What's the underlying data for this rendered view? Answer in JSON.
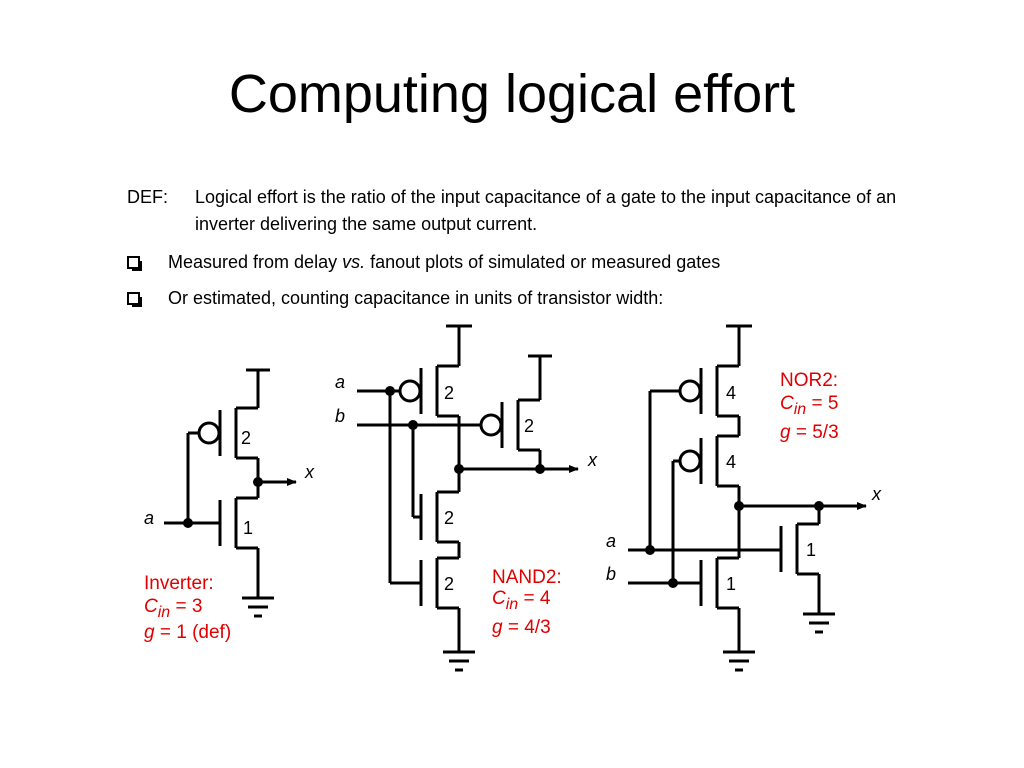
{
  "slide": {
    "title": "Computing logical effort",
    "def_label": "DEF:",
    "def_text": "Logical effort is the ratio of the input capacitance of a gate to the input capacitance of an inverter delivering the same output current.",
    "bullets": [
      {
        "pre": "Measured from delay ",
        "em": "vs.",
        "post": " fanout plots of simulated or measured gates"
      },
      {
        "pre": "Or estimated, counting capacitance in units of transistor width:",
        "em": "",
        "post": ""
      }
    ]
  },
  "diagram": {
    "colors": {
      "annotation": "#e00000",
      "wire": "#000000"
    },
    "inverter": {
      "input_label": "a",
      "output_label": "x",
      "pmos_width": "2",
      "nmos_width": "1",
      "name": "Inverter:",
      "cin_letter": "C",
      "cin_sub": "in",
      "cin_value": " = 3",
      "g_letter": "g",
      "g_value": " = 1 (def)"
    },
    "nand2": {
      "input_a": "a",
      "input_b": "b",
      "output_label": "x",
      "pmos_a_width": "2",
      "pmos_b_width": "2",
      "nmos_top_width": "2",
      "nmos_bottom_width": "2",
      "name": "NAND2:",
      "cin_letter": "C",
      "cin_sub": "in",
      "cin_value": " = 4",
      "g_letter": "g",
      "g_value": " = 4/3"
    },
    "nor2": {
      "input_a": "a",
      "input_b": "b",
      "output_label": "x",
      "pmos_top_width": "4",
      "pmos_bottom_width": "4",
      "nmos_a_width": "1",
      "nmos_b_width": "1",
      "name": "NOR2:",
      "cin_letter": "C",
      "cin_sub": "in",
      "cin_value": " = 5",
      "g_letter": "g",
      "g_value": " = 5/3"
    }
  }
}
